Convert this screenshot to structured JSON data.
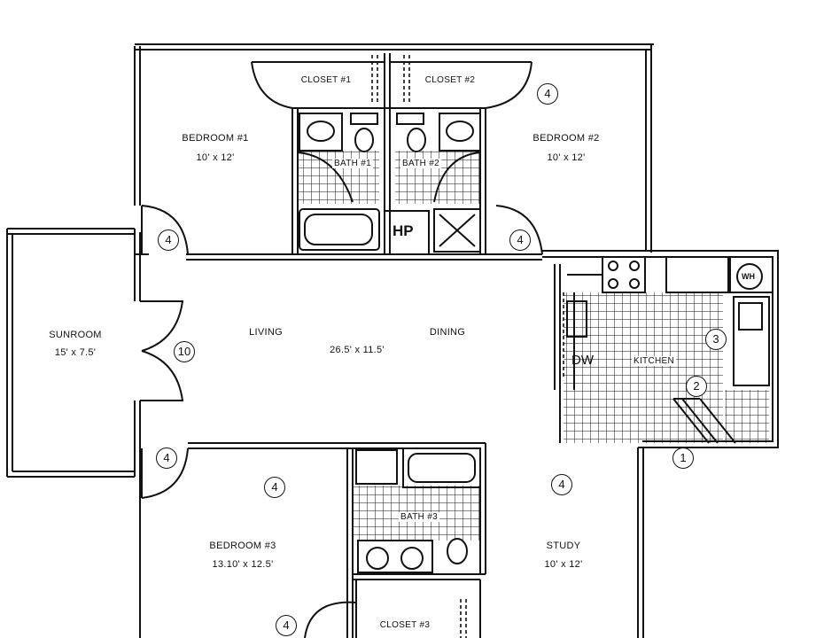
{
  "rooms": {
    "bedroom1": {
      "name": "BEDROOM #1",
      "size": "10' x 12'"
    },
    "bedroom2": {
      "name": "BEDROOM #2",
      "size": "10' x 12'"
    },
    "bedroom3": {
      "name": "BEDROOM #3",
      "size": "13.10' x 12.5'"
    },
    "sunroom": {
      "name": "SUNROOM",
      "size": "15' x 7.5'"
    },
    "living": {
      "name": "LIVING"
    },
    "dining": {
      "name": "DINING"
    },
    "living_dining_size": "26.5' x 11.5'",
    "kitchen": {
      "name": "KITCHEN"
    },
    "study": {
      "name": "STUDY",
      "size": "10' x 12'"
    },
    "closet1": "CLOSET #1",
    "closet2": "CLOSET #2",
    "closet3": "CLOSET #3",
    "bath1": "BATH #1",
    "bath2": "BATH #2",
    "bath3": "BATH #3"
  },
  "fixtures": {
    "hp": "HP",
    "dw": "DW",
    "wh": "WH"
  },
  "badges": {
    "b2_corner": "4",
    "bed1_door": "4",
    "bed2_door": "4",
    "sunroom_door": "10",
    "bed3_door": "4",
    "bed3_inside": "4",
    "study": "4",
    "closet3": "4",
    "k1": "1",
    "k2": "2",
    "k3": "3"
  }
}
